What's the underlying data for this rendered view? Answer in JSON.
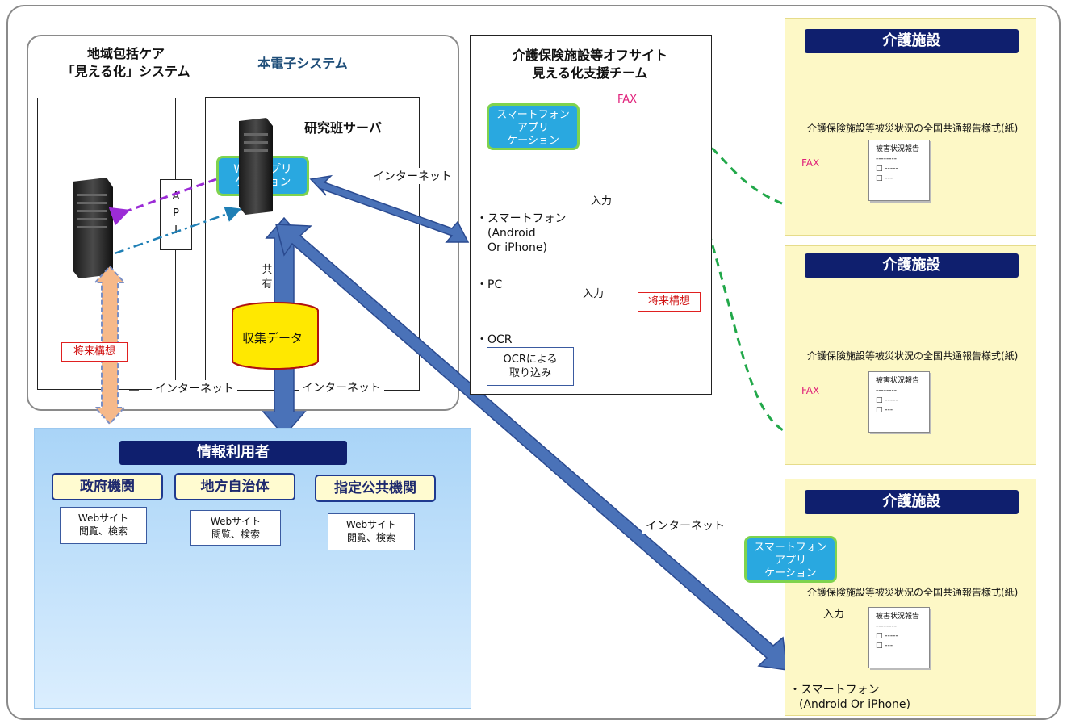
{
  "left_system": {
    "title_line1": "地域包括ケア",
    "title_line2": "「見える化」システム",
    "api_letters": [
      "A",
      "P",
      "I"
    ]
  },
  "e_system": {
    "title": "本電子システム",
    "server_label": "研究班サーバ",
    "webapp_line1": "Webアプリ",
    "webapp_line2": "ケーション",
    "share_chars": [
      "共",
      "有"
    ],
    "db_label": "収集データ",
    "future_label": "将来構想"
  },
  "internet_labels": {
    "left_bottom": "インターネット",
    "mid_bottom": "インターネット",
    "top_middle": "インターネット",
    "lower_diagonal": "インターネット"
  },
  "support_team": {
    "title_line1": "介護保険施設等オフサイト",
    "title_line2": "見える化支援チーム",
    "app_line1": "スマートフォン",
    "app_line2": "アプリ",
    "app_line3": "ケーション",
    "fax_label": "FAX",
    "smartphone_line1": "・スマートフォン",
    "smartphone_line2": "(Android",
    "smartphone_line3": "Or iPhone)",
    "pc_label": "・PC",
    "ocr_label": "・OCR",
    "input_label_1": "入力",
    "input_label_2": "入力",
    "future_label": "将来構想",
    "ocr_box_line1": "OCRによる",
    "ocr_box_line2": "取り込み"
  },
  "facilities": [
    {
      "heading": "介護施設",
      "form_caption": "介護保険施設等被災状況の全国共通報告様式(紙)",
      "fax_label": "FAX",
      "paper_title": "被害状況報告",
      "paper_lines": [
        "--------",
        "□ -----",
        "□ ---"
      ]
    },
    {
      "heading": "介護施設",
      "form_caption": "介護保険施設等被災状況の全国共通報告様式(紙)",
      "fax_label": "FAX",
      "paper_title": "被害状況報告",
      "paper_lines": [
        "--------",
        "□ -----",
        "□ ---"
      ]
    },
    {
      "heading": "介護施設",
      "form_caption": "介護保険施設等被災状況の全国共通報告様式(紙)",
      "app_line1": "スマートフォン",
      "app_line2": "アプリ",
      "app_line3": "ケーション",
      "input_label": "入力",
      "paper_title": "被害状況報告",
      "paper_lines": [
        "--------",
        "□ -----",
        "□ ---"
      ],
      "smartphone_line1": "・スマートフォン",
      "smartphone_line2": "(Android Or iPhone)"
    }
  ],
  "info_users": {
    "heading": "情報利用者",
    "orgs": [
      {
        "name": "政府機関",
        "web_line1": "Webサイト",
        "web_line2": "閲覧、検索"
      },
      {
        "name": "地方自治体",
        "web_line1": "Webサイト",
        "web_line2": "閲覧、検索"
      },
      {
        "name": "指定公共機関",
        "web_line1": "Webサイト",
        "web_line2": "閲覧、検索"
      }
    ]
  },
  "colors": {
    "navy": "#0f1f6e",
    "arrow_blue": "#4a72b8",
    "arrow_orange": "#f6b98a",
    "dash_green": "#22a84a",
    "dash_purple": "#9b2bd6",
    "dash_teal": "#1f7fb5",
    "ocr_orange": "#f08a3c",
    "pill_blue": "#29a8e0",
    "pill_border": "#7fd34e",
    "facility_bg": "#fdf8c6"
  }
}
